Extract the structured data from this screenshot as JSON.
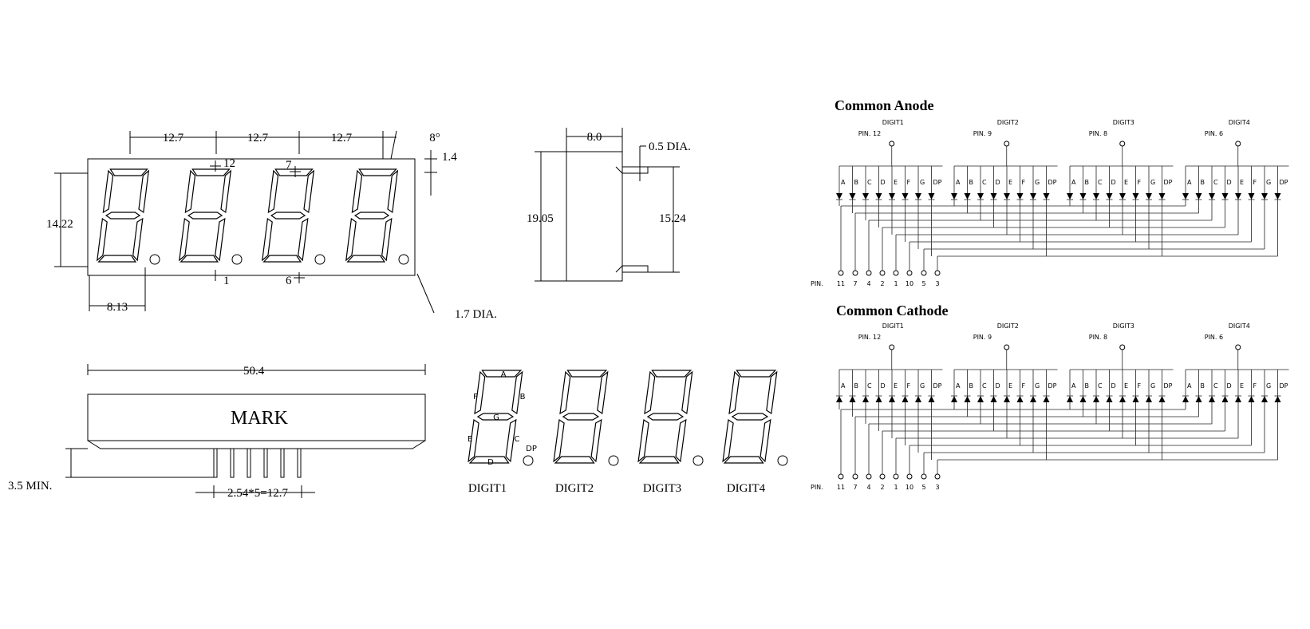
{
  "front_view": {
    "dims": {
      "pitch_1": "12.7",
      "pitch_2": "12.7",
      "pitch_3": "12.7",
      "tilt": "8°",
      "top_gap": "1.4",
      "height": "14.22",
      "offset": "8.13",
      "dp_dia": "1.7 DIA."
    },
    "pin_marks": {
      "top_left": "12",
      "top_right": "7",
      "bottom_left": "1",
      "bottom_right": "6"
    }
  },
  "side_view": {
    "dims": {
      "depth": "8.0",
      "pin_dia": "0.5 DIA.",
      "height": "19.05",
      "pin_span": "15.24"
    }
  },
  "bottom_view": {
    "length": "50.4",
    "mark": "MARK",
    "pin_len": "3.5 MIN.",
    "pin_pitch": "2.54*5=12.7"
  },
  "segment_diagram": {
    "segment_labels": {
      "a": "A",
      "b": "B",
      "c": "C",
      "d": "D",
      "e": "E",
      "f": "F",
      "g": "G",
      "dp": "DP"
    },
    "digit_labels": [
      "DIGIT1",
      "DIGIT2",
      "DIGIT3",
      "DIGIT4"
    ]
  },
  "schematics": {
    "anode": {
      "title": "Common Anode",
      "digits": [
        {
          "label": "DIGIT1",
          "pin": "PIN. 12"
        },
        {
          "label": "DIGIT2",
          "pin": "PIN. 9"
        },
        {
          "label": "DIGIT3",
          "pin": "PIN. 8"
        },
        {
          "label": "DIGIT4",
          "pin": "PIN. 6"
        }
      ],
      "pin_prefix": "PIN.",
      "bottom_pins": [
        "11",
        "7",
        "4",
        "2",
        "1",
        "10",
        "5",
        "3"
      ]
    },
    "cathode": {
      "title": "Common Cathode",
      "digits": [
        {
          "label": "DIGIT1",
          "pin": "PIN. 12"
        },
        {
          "label": "DIGIT2",
          "pin": "PIN. 9"
        },
        {
          "label": "DIGIT3",
          "pin": "PIN. 8"
        },
        {
          "label": "DIGIT4",
          "pin": "PIN. 6"
        }
      ],
      "pin_prefix": "PIN.",
      "bottom_pins": [
        "11",
        "7",
        "4",
        "2",
        "1",
        "10",
        "5",
        "3"
      ]
    },
    "segment_order": [
      "A",
      "B",
      "C",
      "D",
      "E",
      "F",
      "G",
      "DP"
    ]
  }
}
